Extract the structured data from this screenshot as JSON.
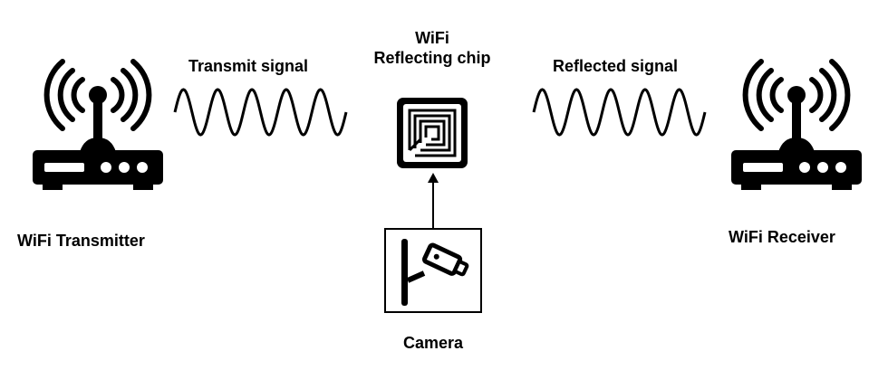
{
  "labels": {
    "transmit_signal": "Transmit signal",
    "chip_line1": "WiFi",
    "chip_line2": "Reflecting chip",
    "reflected_signal": "Reflected signal",
    "transmitter": "WiFi Transmitter",
    "receiver": "WiFi Receiver",
    "camera": "Camera"
  },
  "icons": {
    "transmitter": "wifi-router-icon",
    "receiver": "wifi-router-icon",
    "chip": "rfid-chip-icon",
    "camera": "security-camera-icon"
  },
  "colors": {
    "stroke": "#000000",
    "background": "#ffffff"
  }
}
